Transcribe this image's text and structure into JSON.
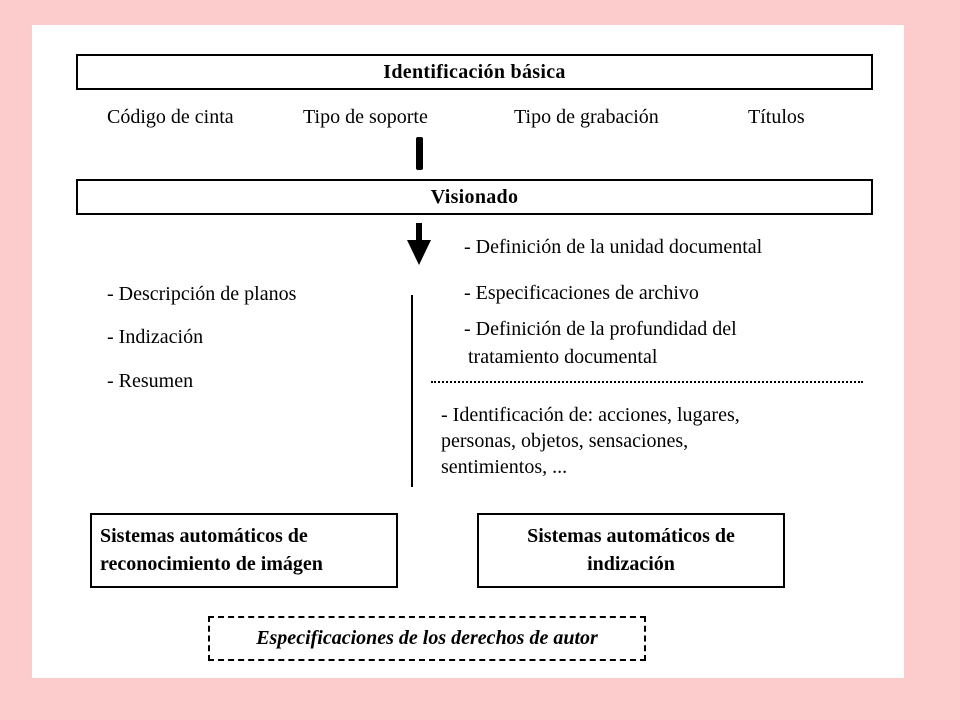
{
  "identificacion": {
    "title": "Identificación básica",
    "items": [
      "Código de cinta",
      "Tipo de soporte",
      "Tipo de grabación",
      "Títulos"
    ]
  },
  "visionado": {
    "title": "Visionado"
  },
  "left_list": [
    "- Descripción de planos",
    "- Indización",
    "- Resumen"
  ],
  "right_list": [
    "- Definición de la unidad documental",
    "- Especificaciones de archivo",
    "- Definición de la profundidad del",
    "tratamiento documental"
  ],
  "identification_note": [
    "- Identificación de:  acciones,  lugares,",
    "personas, objetos, sensaciones,",
    "sentimientos, ..."
  ],
  "box_reconocimiento": [
    "Sistemas automáticos de",
    "reconocimiento de imágen"
  ],
  "box_indizacion": [
    "Sistemas automáticos de",
    "indización"
  ],
  "derechos": "Especificaciones de los derechos de autor"
}
